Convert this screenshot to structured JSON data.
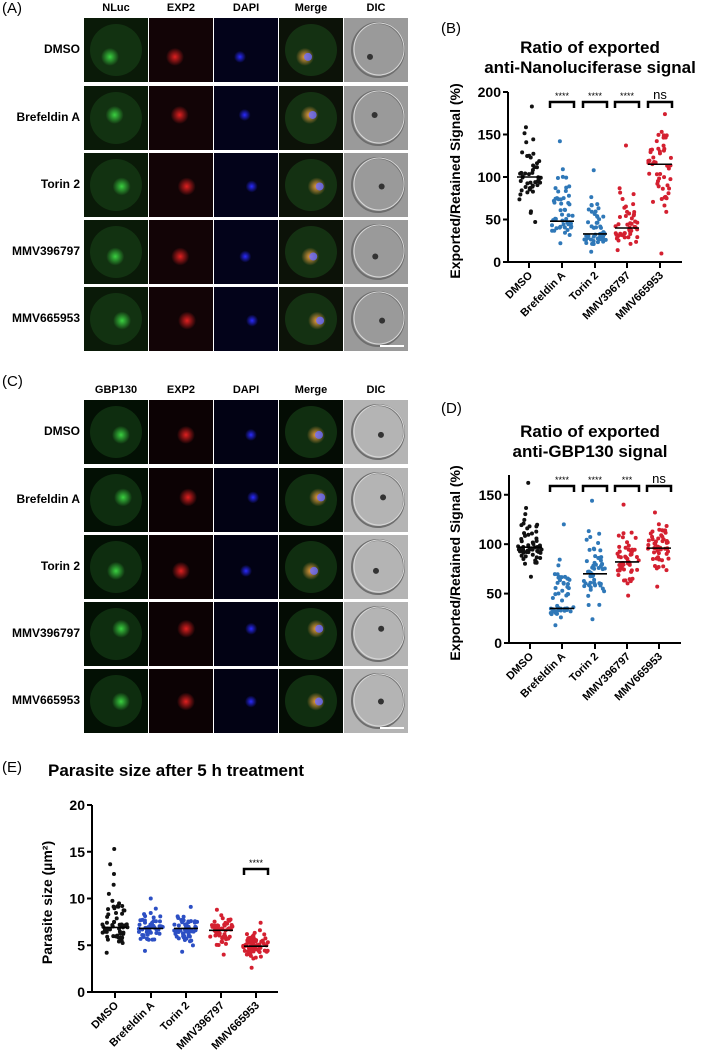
{
  "panel_a": {
    "letter": "(A)",
    "columns": [
      "NLuc",
      "EXP2",
      "DAPI",
      "Merge",
      "DIC"
    ],
    "rows": [
      "DMSO",
      "Brefeldin A",
      "Torin 2",
      "MMV396797",
      "MMV665953"
    ],
    "tile_backgrounds": [
      "#0a1a08",
      "#120406",
      "#03031a",
      "#0c1208",
      "#9a9a9a"
    ]
  },
  "panel_c": {
    "letter": "(C)",
    "columns": [
      "GBP130",
      "EXP2",
      "DAPI",
      "Merge",
      "DIC"
    ],
    "rows": [
      "DMSO",
      "Brefeldin A",
      "Torin 2",
      "MMV396797",
      "MMV665953"
    ],
    "tile_backgrounds": [
      "#031004",
      "#0c0204",
      "#020214",
      "#040c04",
      "#b4b4b4"
    ]
  },
  "panel_b": {
    "letter": "(B)"
  },
  "panel_d": {
    "letter": "(D)"
  },
  "panel_e": {
    "letter": "(E)"
  },
  "colors": {
    "dmso": "#111111",
    "blue_b": "#2f78b8",
    "red": "#d42030",
    "blue_e": "#2c4fc4"
  },
  "chart_data": [
    {
      "id": "B",
      "type": "scatter",
      "title": "Ratio of exported anti-Nanoluciferase signal",
      "title_lines": [
        "Ratio of exported",
        "anti-Nanoluciferase signal"
      ],
      "xlabel": "",
      "ylabel": "Exported/Retained Signal (%)",
      "categories": [
        "DMSO",
        "Brefeldin A",
        "Torin 2",
        "MMV396797",
        "MMV665953"
      ],
      "ylim": [
        0,
        200
      ],
      "yticks": [
        0,
        50,
        100,
        150,
        200
      ],
      "medians": [
        100,
        48,
        33,
        40,
        115
      ],
      "ranges": [
        [
          47,
          183
        ],
        [
          22,
          142
        ],
        [
          12,
          108
        ],
        [
          14,
          137
        ],
        [
          10,
          174
        ]
      ],
      "point_colors": [
        "#111111",
        "#2f78b8",
        "#2f78b8",
        "#d42030",
        "#d42030"
      ],
      "n_points": [
        48,
        50,
        52,
        50,
        50
      ],
      "significance": [
        "",
        "****",
        "****",
        "****",
        "ns"
      ],
      "grid": false
    },
    {
      "id": "D",
      "type": "scatter",
      "title": "Ratio of exported anti-GBP130 signal",
      "title_lines": [
        "Ratio of exported",
        "anti-GBP130 signal"
      ],
      "xlabel": "",
      "ylabel": "Exported/Retained Signal (%)",
      "categories": [
        "DMSO",
        "Brefeldin A",
        "Torin 2",
        "MMV396797",
        "MMV665953"
      ],
      "ylim": [
        0,
        170
      ],
      "yticks": [
        0,
        50,
        100,
        150
      ],
      "medians": [
        97,
        35,
        70,
        82,
        96
      ],
      "ranges": [
        [
          67,
          162
        ],
        [
          18,
          120
        ],
        [
          24,
          144
        ],
        [
          48,
          140
        ],
        [
          57,
          132
        ]
      ],
      "point_colors": [
        "#111111",
        "#2f78b8",
        "#2f78b8",
        "#d42030",
        "#d42030"
      ],
      "n_points": [
        55,
        55,
        55,
        55,
        50
      ],
      "significance": [
        "",
        "****",
        "****",
        "***",
        "ns"
      ],
      "grid": false
    },
    {
      "id": "E",
      "type": "scatter",
      "title": "Parasite size after 5 h treatment",
      "title_lines": [
        "Parasite size after 5 h treatment"
      ],
      "xlabel": "",
      "ylabel": "Parasite size (µm²)",
      "categories": [
        "DMSO",
        "Brefeldin A",
        "Torin 2",
        "MMV396797",
        "MMV665953"
      ],
      "ylim": [
        0,
        20
      ],
      "yticks": [
        0,
        5,
        10,
        15,
        20
      ],
      "medians": [
        6.9,
        6.8,
        6.8,
        6.6,
        4.9
      ],
      "ranges": [
        [
          4.2,
          15.3
        ],
        [
          4.4,
          10.0
        ],
        [
          4.3,
          9.1
        ],
        [
          4.0,
          8.8
        ],
        [
          2.6,
          7.4
        ]
      ],
      "point_colors": [
        "#111111",
        "#2c4fc4",
        "#2c4fc4",
        "#d42030",
        "#d42030"
      ],
      "n_points": [
        60,
        50,
        55,
        55,
        70
      ],
      "significance": [
        "",
        "",
        "",
        "",
        "****"
      ],
      "grid": false
    }
  ]
}
